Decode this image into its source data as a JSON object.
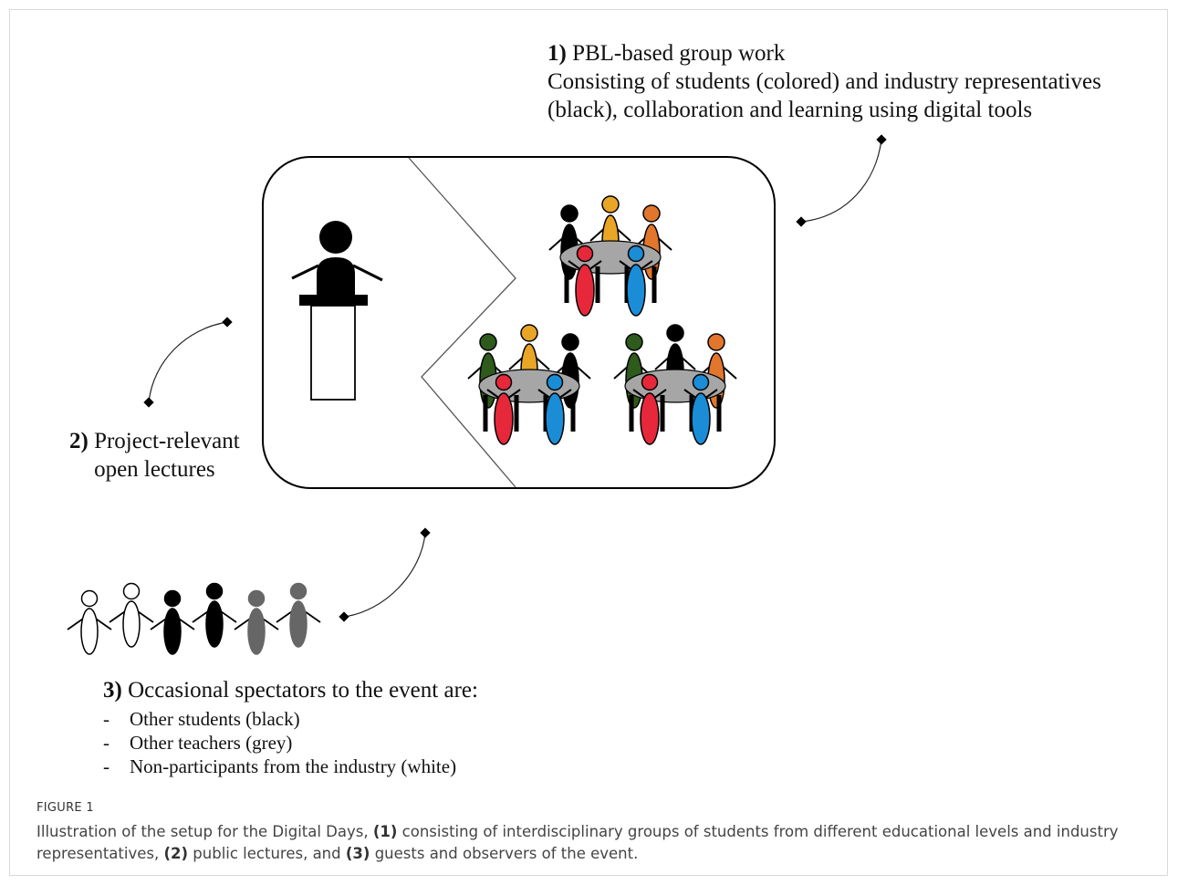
{
  "labels": {
    "group_work": {
      "number": "1)",
      "title": "PBL-based group work",
      "line2": "Consisting of students (colored) and industry representatives",
      "line3": "(black), collaboration and learning using digital tools"
    },
    "lectures": {
      "number": "2)",
      "line1": "Project-relevant",
      "line2": "open lectures"
    },
    "spectators": {
      "number": "3)",
      "title": "Occasional spectators to the event are:",
      "items": [
        "Other students (black)",
        "Other teachers (grey)",
        "Non-participants from the industry (white)"
      ],
      "bullet": "-"
    }
  },
  "caption": {
    "figure_label": "FIGURE 1",
    "text_a": "Illustration of the setup for the Digital Days, ",
    "n1": "(1)",
    "text_b": " consisting of interdisciplinary groups of students from different educational levels and industry representatives, ",
    "n2": "(2)",
    "text_c": " public lectures, and ",
    "n3": "(3)",
    "text_d": " guests and observers of the event."
  },
  "colors": {
    "black": "#000000",
    "table": "#a6a6a6",
    "yellow": "#e8a526",
    "orange": "#e2762c",
    "red": "#e6283a",
    "blue": "#1a8dd6",
    "green": "#2e5a1c",
    "grey": "#666666"
  }
}
